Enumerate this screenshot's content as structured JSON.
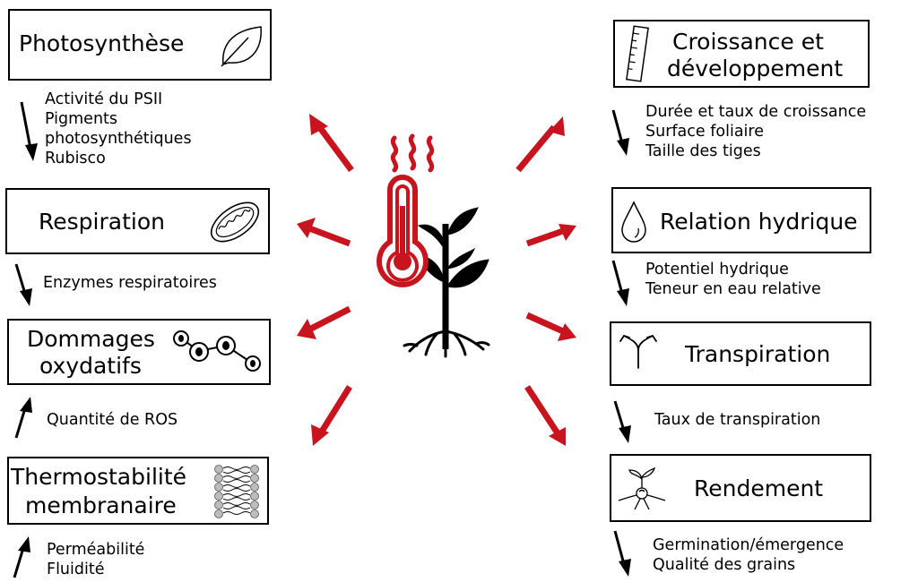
{
  "colors": {
    "arrow": "#c8141e",
    "stroke": "#000000"
  },
  "left": [
    {
      "id": "photosynthese",
      "icon": "leaf-icon",
      "trend": "down",
      "title": [
        "Photosynthèse"
      ],
      "effects": [
        "Activité du PSII",
        "Pigments",
        "photosynthétiques",
        "Rubisco"
      ]
    },
    {
      "id": "respiration",
      "icon": "mitochondria-icon",
      "trend": "down",
      "title": [
        "Respiration"
      ],
      "effects": [
        "Enzymes respiratoires"
      ]
    },
    {
      "id": "dommages",
      "icon": "ros-molecule-icon",
      "trend": "up",
      "title": [
        "Dommages",
        "oxydatifs"
      ],
      "effects": [
        "Quantité de ROS"
      ]
    },
    {
      "id": "thermostabilite",
      "icon": "membrane-bilayer-icon",
      "trend": "up",
      "title": [
        "Thermostabilité",
        "membranaire"
      ],
      "effects": [
        "Perméabilité",
        "Fluidité"
      ]
    }
  ],
  "right": [
    {
      "id": "croissance",
      "icon": "ruler-icon",
      "trend": "down",
      "title": [
        "Croissance et",
        "développement"
      ],
      "effects": [
        "Durée et taux de croissance",
        "Surface foliaire",
        "Taille des tiges"
      ]
    },
    {
      "id": "relation",
      "icon": "water-drop-icon",
      "trend": "down",
      "title": [
        "Relation hydrique"
      ],
      "effects": [
        "Potentiel hydrique",
        "Teneur en eau relative"
      ]
    },
    {
      "id": "transpiration",
      "icon": "split-arrow-icon",
      "trend": "down",
      "title": [
        "Transpiration"
      ],
      "effects": [
        "Taux de transpiration"
      ]
    },
    {
      "id": "rendement",
      "icon": "seedling-icon",
      "trend": "down",
      "title": [
        "Rendement"
      ],
      "effects": [
        "Germination/émergence",
        "Qualité des grains"
      ]
    }
  ]
}
